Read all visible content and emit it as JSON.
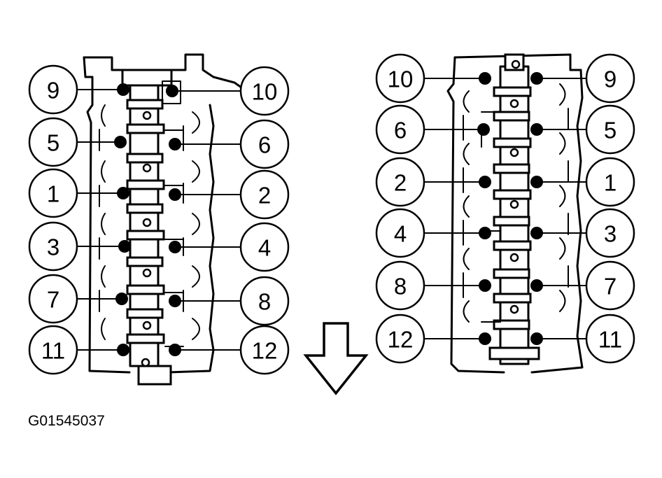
{
  "figure_code": "G01545037",
  "left_head": {
    "left_labels": [
      "9",
      "5",
      "1",
      "3",
      "7",
      "11"
    ],
    "right_labels": [
      "10",
      "6",
      "2",
      "4",
      "8",
      "12"
    ]
  },
  "right_head": {
    "left_labels": [
      "10",
      "6",
      "2",
      "4",
      "8",
      "12"
    ],
    "right_labels": [
      "9",
      "5",
      "1",
      "3",
      "7",
      "11"
    ]
  },
  "colors": {
    "ink": "#000000",
    "paper": "#ffffff"
  },
  "icons": {
    "direction": "down-arrow-icon"
  }
}
